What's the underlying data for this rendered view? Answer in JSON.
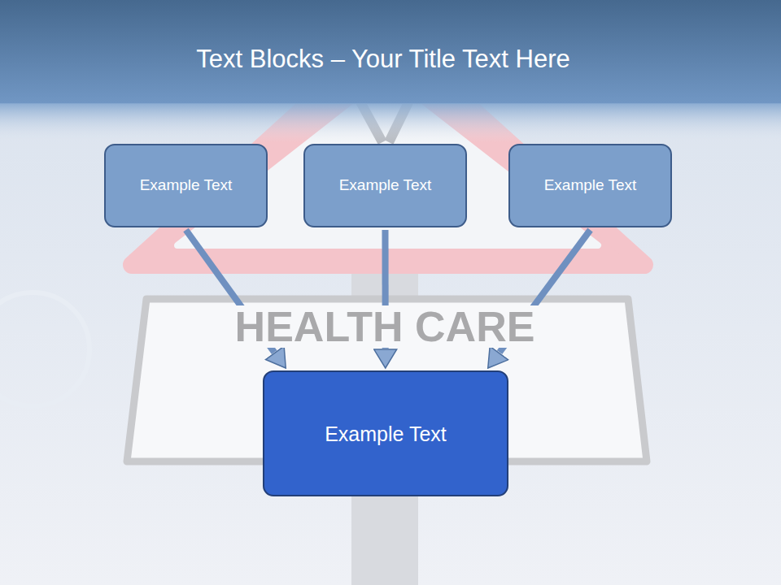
{
  "diagram": {
    "title": "Text Blocks – Your Title Text Here",
    "nodes": [
      {
        "text": [
          "Example Text"
        ]
      },
      {
        "text": [
          "Example Text"
        ]
      },
      {
        "text": [
          "Example Text"
        ]
      },
      {
        "text": [
          "Example Text"
        ]
      }
    ],
    "edges": [
      {
        "from": 0,
        "to": 3,
        "arrow": "to"
      },
      {
        "from": 1,
        "to": 3,
        "arrow": "to"
      },
      {
        "from": 2,
        "to": 3,
        "arrow": "to"
      }
    ],
    "labels": [
      "HEALTH CARE"
    ]
  }
}
